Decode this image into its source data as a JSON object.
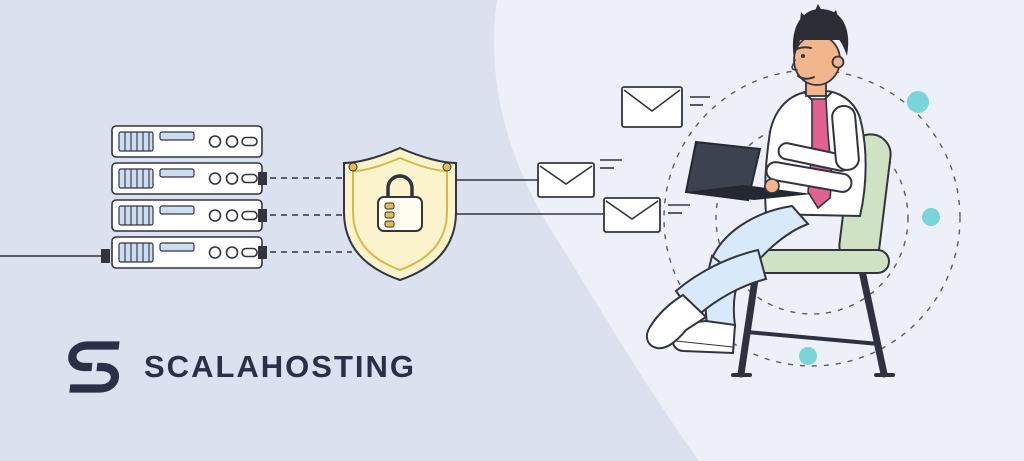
{
  "branding": {
    "logo_text": "SCALAHOSTING"
  },
  "illustration": {
    "icons": [
      "server-stack-icon",
      "shield-lock-icon",
      "padlock-icon",
      "envelope-icon",
      "orbit-rings",
      "person-with-laptop",
      "chair",
      "scalahosting-logo-icon"
    ]
  },
  "colors": {
    "background": "#dbe1ee",
    "blob": "#edf0f8",
    "outline": "#33343f",
    "server_fill": "#ffffff",
    "server_accent": "#ccdcf2",
    "shield_fill": "#faf3cb",
    "shield_inner": "#d9b84a",
    "gold": "#e4bd4e",
    "teal": "#79d5d9",
    "hair": "#2c2c34",
    "skin": "#f2b58c",
    "tie": "#e2628f",
    "pants": "#d8eafa",
    "chair_green": "#cfe2c3",
    "chair_dark": "#2e3140",
    "logo_navy": "#2b3046"
  }
}
